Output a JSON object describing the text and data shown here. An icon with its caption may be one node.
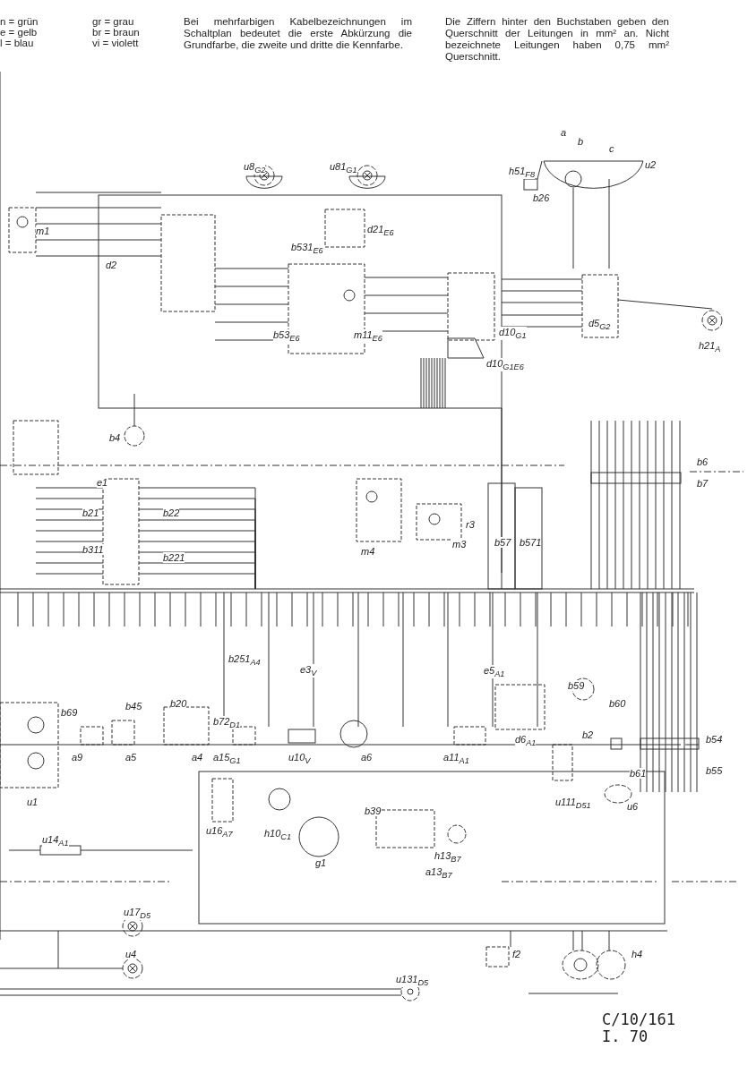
{
  "diagram": {
    "labels": [
      "n = grün",
      "e = gelb",
      "l = blau",
      "gr = grau",
      "br = braun",
      "vi = violett",
      "Bei mehrfarbigen Kabelbezeichnungen im Schaltplan bedeutet die erste Abkürzung die Grundfarbe, die zweite und dritte die Kennfarbe.",
      "Die Ziffern hinter den Buchstaben geben den Querschnitt der Leitungen in mm² an. Nicht bezeichnete Leitungen haben 0,75 mm² Querschnitt.",
      "u8$_{G2}$",
      "u81$_{G1}$",
      "h51$_{F8}$",
      "a",
      "b",
      "c",
      "u2",
      "b26",
      "m1",
      "d2",
      "d21$_{E6}$",
      "b531$_{E6}$",
      "b53$_{E6}$",
      "m11$_{E6}$",
      "d10$_{G1}$",
      "d10$_{G1E6}$",
      "d5$_{G2}$",
      "h21$_{A}$",
      "b4",
      "e1",
      "b21",
      "b22",
      "b311",
      "b221",
      "m4",
      "m3",
      "r3",
      "b57",
      "b571",
      "b6",
      "b7",
      "b251$_{A4}$",
      "e3$_{V}$",
      "e5$_{A1}$",
      "b59",
      "b60",
      "b54",
      "b61",
      "b55",
      "b69",
      "b45",
      "b20",
      "b72$_{D1}$",
      "a9",
      "a5",
      "a4",
      "a15$_{G1}$",
      "u10$_{V}$",
      "a6",
      "a11$_{A1}$",
      "d6$_{A1}$",
      "b2",
      "u1",
      "u16$_{A7}$",
      "h10$_{C1}$",
      "b39",
      "h13$_{B7}$",
      "g1",
      "a13$_{B7}$",
      "u111$_{D51}$",
      "u6",
      "u14$_{A1}$",
      "u17$_{D5}$",
      "u4",
      "u131$_{D5}$",
      "f2",
      "h4",
      "C/10/161",
      "I. 70"
    ]
  }
}
